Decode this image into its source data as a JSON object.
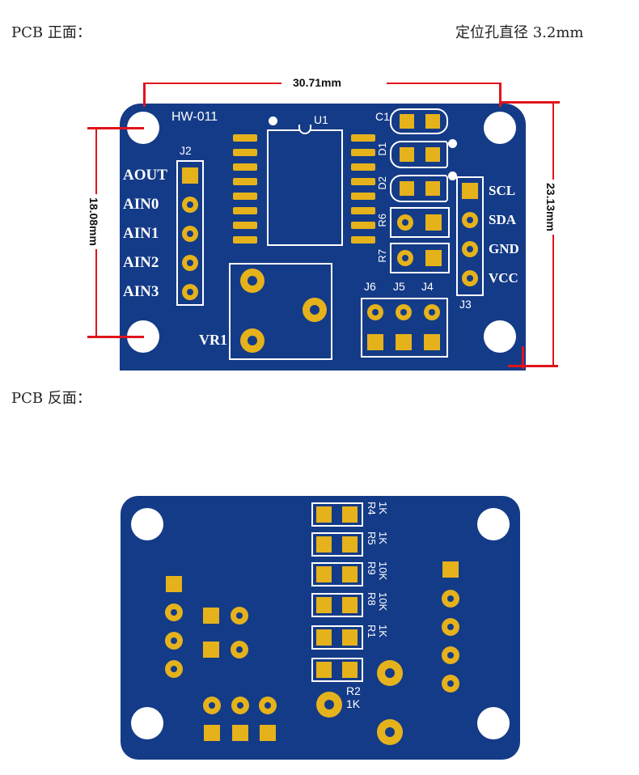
{
  "captions": {
    "front": "PCB 正面：",
    "hole_spec": "定位孔直径 3.2mm",
    "back": "PCB 反面："
  },
  "dimensions": {
    "width_top": "30.71mm",
    "height_left": "18.08mm",
    "height_right": "23.13mm"
  },
  "front": {
    "board_name": "HW-011",
    "refs": {
      "u1": "U1",
      "c1": "C1",
      "d1": "D1",
      "d2": "D2",
      "r6": "R6",
      "r7": "R7",
      "j2": "J2",
      "j3": "J3",
      "j4": "J4",
      "j5": "J5",
      "j6": "J6",
      "vr1": "VR1"
    },
    "j2_pins": [
      "AOUT",
      "AIN0",
      "AIN1",
      "AIN2",
      "AIN3"
    ],
    "j3_pins": [
      "SCL",
      "SDA",
      "GND",
      "VCC"
    ]
  },
  "back": {
    "resistors": [
      {
        "ref": "R4",
        "value": "1K"
      },
      {
        "ref": "R5",
        "value": "1K"
      },
      {
        "ref": "R9",
        "value": "10K"
      },
      {
        "ref": "R8",
        "value": "10K"
      },
      {
        "ref": "R1",
        "value": "1K"
      },
      {
        "ref": "R2",
        "value": "1K"
      }
    ]
  },
  "colors": {
    "board": "#143b87",
    "pad": "#e5b21c",
    "silkscreen": "#ffffff",
    "dimension": "#e0141b"
  }
}
